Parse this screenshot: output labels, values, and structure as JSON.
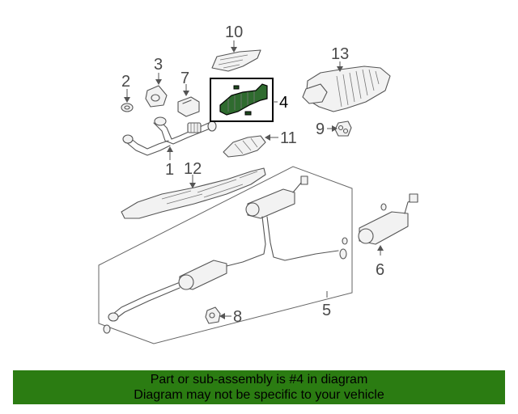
{
  "callouts": {
    "c1": "1",
    "c2": "2",
    "c3": "3",
    "c4": "4",
    "c5": "5",
    "c6": "6",
    "c7": "7",
    "c8": "8",
    "c9": "9",
    "c10": "10",
    "c11": "11",
    "c12": "12",
    "c13": "13"
  },
  "highlighted_part": "4",
  "banner": {
    "line1": "Part or sub-assembly is #4 in diagram",
    "line2": "Diagram may not be specific to your vehicle",
    "color": "#2b7c12"
  },
  "colors": {
    "highlight": "#2f6b2f",
    "line": "#555555"
  }
}
